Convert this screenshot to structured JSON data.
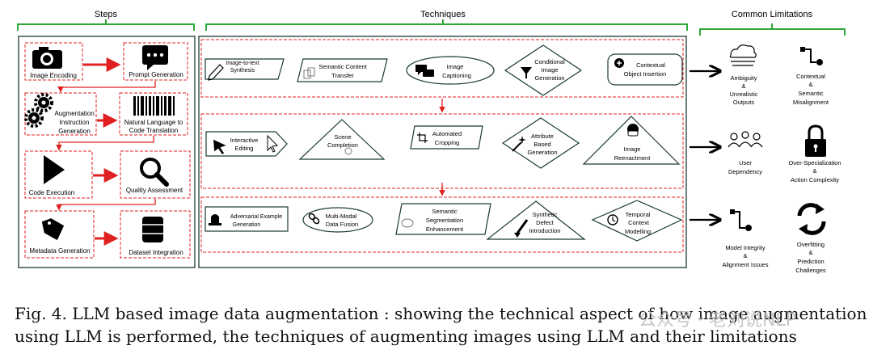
{
  "headers": {
    "steps": "Steps",
    "techniques": "Techniques",
    "limitations": "Common Limitations"
  },
  "steps": {
    "image_encoding": "Image Encoding",
    "prompt_generation": "Prompt Generation",
    "augmentation_instruction": [
      "Augmentation",
      "Instruction",
      "Generation"
    ],
    "code_translation": [
      "Natural Language to",
      "Code Translation"
    ],
    "code_execution": "Code Execution",
    "quality_assessment": "Quality Assessment",
    "metadata_generation": "Metadata Generation",
    "dataset_integration": "Dataset Integration"
  },
  "techniques": {
    "row1": {
      "image_to_text": [
        "Image-to-text",
        "Synthesis"
      ],
      "semantic_transfer": [
        "Semantic Content",
        "Transfer"
      ],
      "captioning": [
        "Image",
        "Captioning"
      ],
      "conditional": [
        "Conditional",
        "Image",
        "Generation"
      ],
      "object_insertion": [
        "Contextual",
        "Object Insertion"
      ]
    },
    "row2": {
      "interactive": [
        "Interactive",
        "Editing"
      ],
      "scene": [
        "Scene",
        "Completion"
      ],
      "cropping": [
        "Automated",
        "Cropping"
      ],
      "attribute": [
        "Attribute",
        "Based",
        "Generation"
      ],
      "reenactment": [
        "Image",
        "Reenactment"
      ]
    },
    "row3": {
      "adversarial": [
        "Adversarial Example",
        "Generation"
      ],
      "fusion": [
        "Multi-Modal",
        "Data Fusion"
      ],
      "segmentation": [
        "Semantic",
        "Segmentation",
        "Enhancement"
      ],
      "defect": [
        "Synthetic",
        "Defect",
        "Introduction"
      ],
      "temporal": [
        "Temporal",
        "Context",
        "Modelling"
      ]
    }
  },
  "limitations": {
    "ambiguity": [
      "Ambiguity",
      "&",
      "Unrealistic",
      "Outputs"
    ],
    "misalignment": [
      "Contextual",
      "&",
      "Semantic",
      "Misalignment"
    ],
    "dependency": [
      "User",
      "Dependency"
    ],
    "specialization": [
      "Over-Specialization",
      "&",
      "Action Complexity"
    ],
    "integrity": [
      "Model Integrity",
      "&",
      "Alignment Issues"
    ],
    "overfitting": [
      "Overfitting",
      "&",
      "Prediction",
      "Challenges"
    ]
  },
  "caption": [
    "Fig. 4.  LLM based image data augmentation : showing the technical aspect of how image augmentation",
    "using LLM is performed, the techniques of augmenting images using LLM and their limitations"
  ],
  "watermark": "公众号 · 老刘说NLP",
  "colors": {
    "accent_red": "#e02020",
    "bracket_green": "#2ea836",
    "frame": "#1b3a36"
  }
}
